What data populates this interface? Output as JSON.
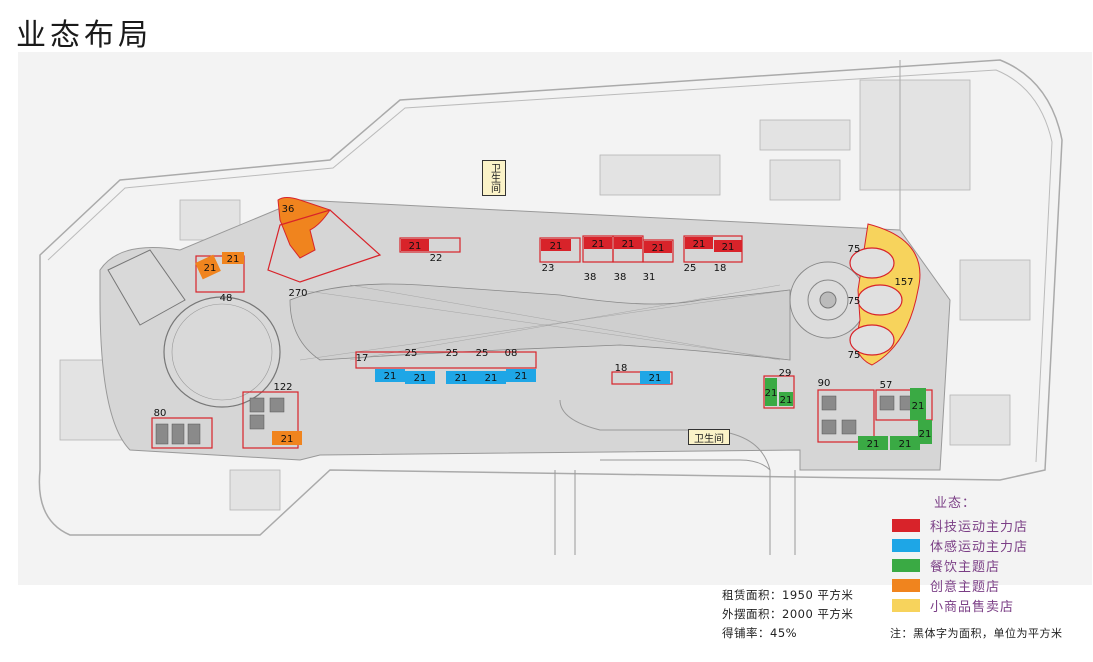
{
  "title": "业态布局",
  "colors": {
    "tech_sport": "#d8232a",
    "somatosensory": "#1ea6e6",
    "dining": "#3aaa44",
    "creative": "#f0841e",
    "small_goods": "#f7d35c",
    "outline": "#d8232a"
  },
  "legend": {
    "title": "业态：",
    "items": [
      {
        "label": "科技运动主力店",
        "color": "#d8232a"
      },
      {
        "label": "体感运动主力店",
        "color": "#1ea6e6"
      },
      {
        "label": "餐饮主题店",
        "color": "#3aaa44"
      },
      {
        "label": "创意主题店",
        "color": "#f0841e"
      },
      {
        "label": "小商品售卖店",
        "color": "#f7d35c"
      }
    ]
  },
  "stats": {
    "rent_area": "租赁面积：1950 平方米",
    "outdoor_area": "外摆面积：2000 平方米",
    "ratio": "得铺率：45%"
  },
  "note": "注：黑体字为面积，单位为平方米",
  "toilets": {
    "north": "卫生间",
    "south": "卫生间"
  },
  "area_labels": {
    "n36": "36",
    "n270": "270",
    "n48": "48",
    "n22": "22",
    "n23": "23",
    "n38a": "38",
    "n38b": "38",
    "n31": "31",
    "n25a": "25",
    "n18a": "18",
    "n75a": "75",
    "n75b": "75",
    "n75c": "75",
    "n157": "157",
    "n17": "17",
    "n25b": "25",
    "n25c": "25",
    "n25d": "25",
    "n08": "08",
    "n18b": "18",
    "n29": "29",
    "n90": "90",
    "n57": "57",
    "n122": "122",
    "n80": "80"
  },
  "shop_labels": {
    "s21": "21"
  }
}
